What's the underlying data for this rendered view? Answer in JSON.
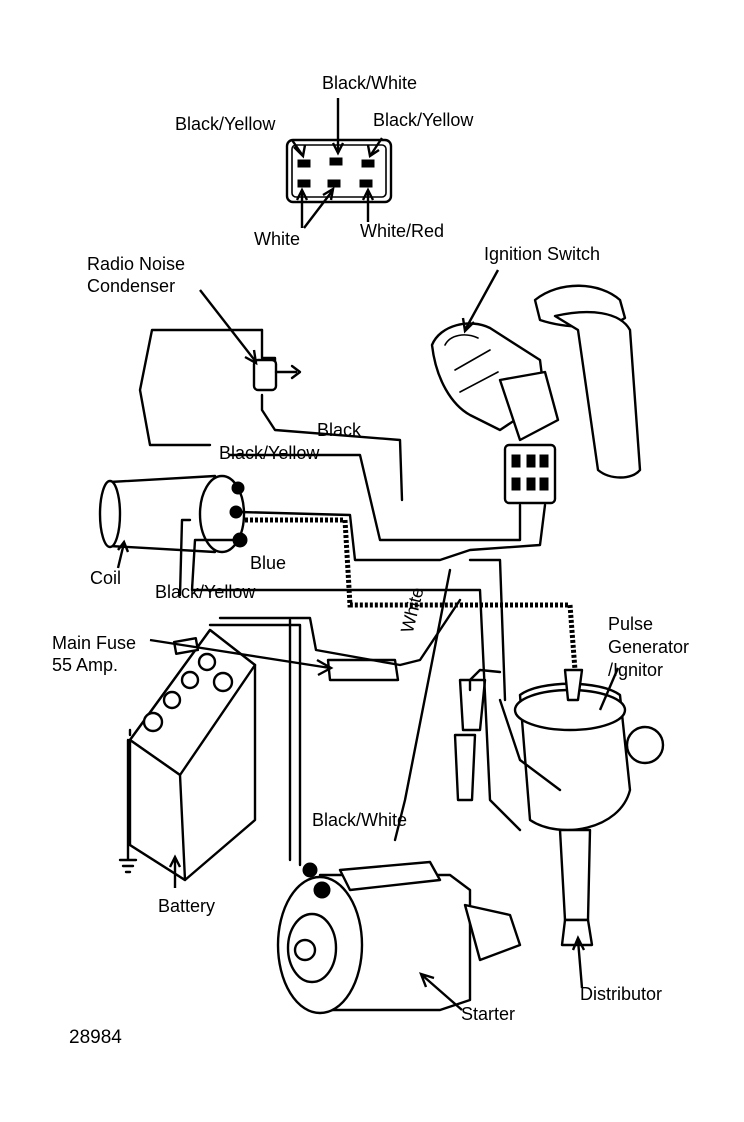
{
  "labels": {
    "black_white_top": "Black/White",
    "black_yellow_left": "Black/Yellow",
    "black_yellow_right": "Black/Yellow",
    "white": "White",
    "white_red": "White/Red",
    "ignition_switch": "Ignition Switch",
    "radio_noise_condenser_1": "Radio Noise",
    "radio_noise_condenser_2": "Condenser",
    "black": "Black",
    "black_yellow_coil_top": "Black/Yellow",
    "blue": "Blue",
    "coil": "Coil",
    "black_yellow_coil_bottom": "Black/Yellow",
    "main_fuse_1": "Main Fuse",
    "main_fuse_2": "55 Amp.",
    "white_vertical": "White",
    "pulse_generator_1": "Pulse",
    "pulse_generator_2": "Generator",
    "pulse_generator_3": "/Ignitor",
    "black_white_bottom": "Black/White",
    "battery": "Battery",
    "starter": "Starter",
    "distributor": "Distributor",
    "figure_number": "28984"
  }
}
